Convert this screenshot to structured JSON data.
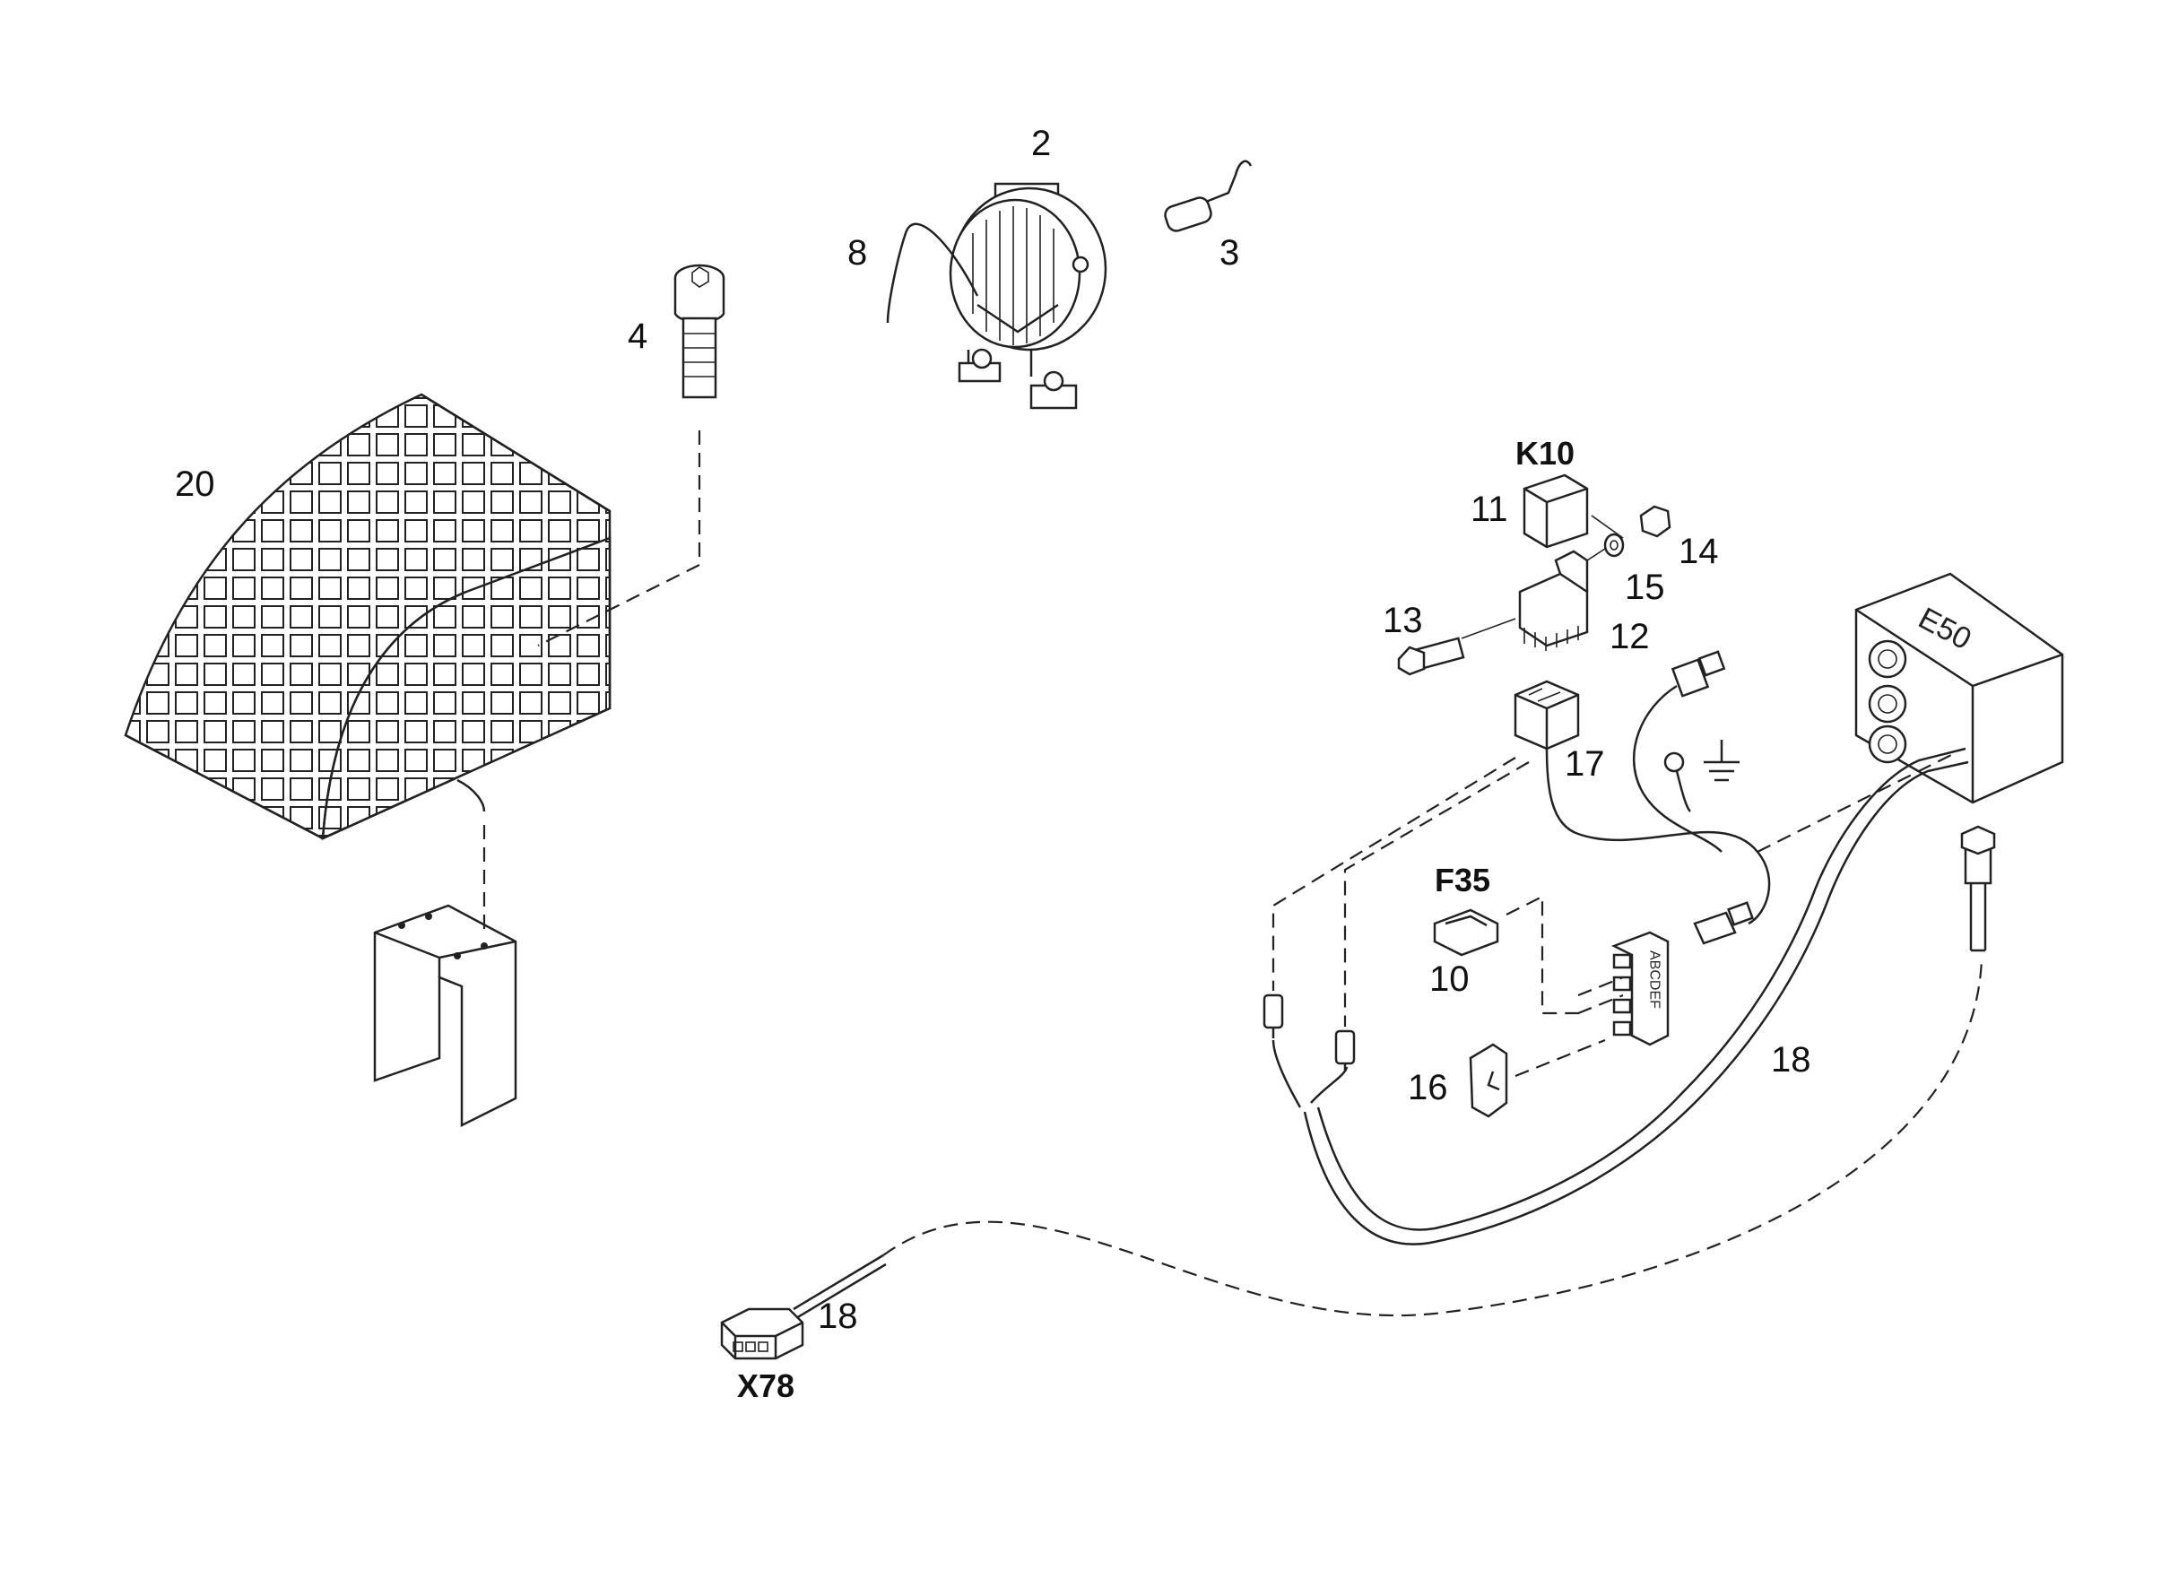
{
  "callouts": {
    "c2": "2",
    "c3": "3",
    "c4": "4",
    "c8": "8",
    "c20": "20",
    "k10": "K10",
    "c11": "11",
    "c12": "12",
    "c13": "13",
    "c14": "14",
    "c15": "15",
    "c17": "17",
    "f35": "F35",
    "c10": "10",
    "c16": "16",
    "c18a": "18",
    "c18b": "18",
    "x78": "X78"
  },
  "housing_label": "E50",
  "fuse_strip_letters": "ABCDEF",
  "icons": {
    "ground": "ground-symbol-icon"
  }
}
